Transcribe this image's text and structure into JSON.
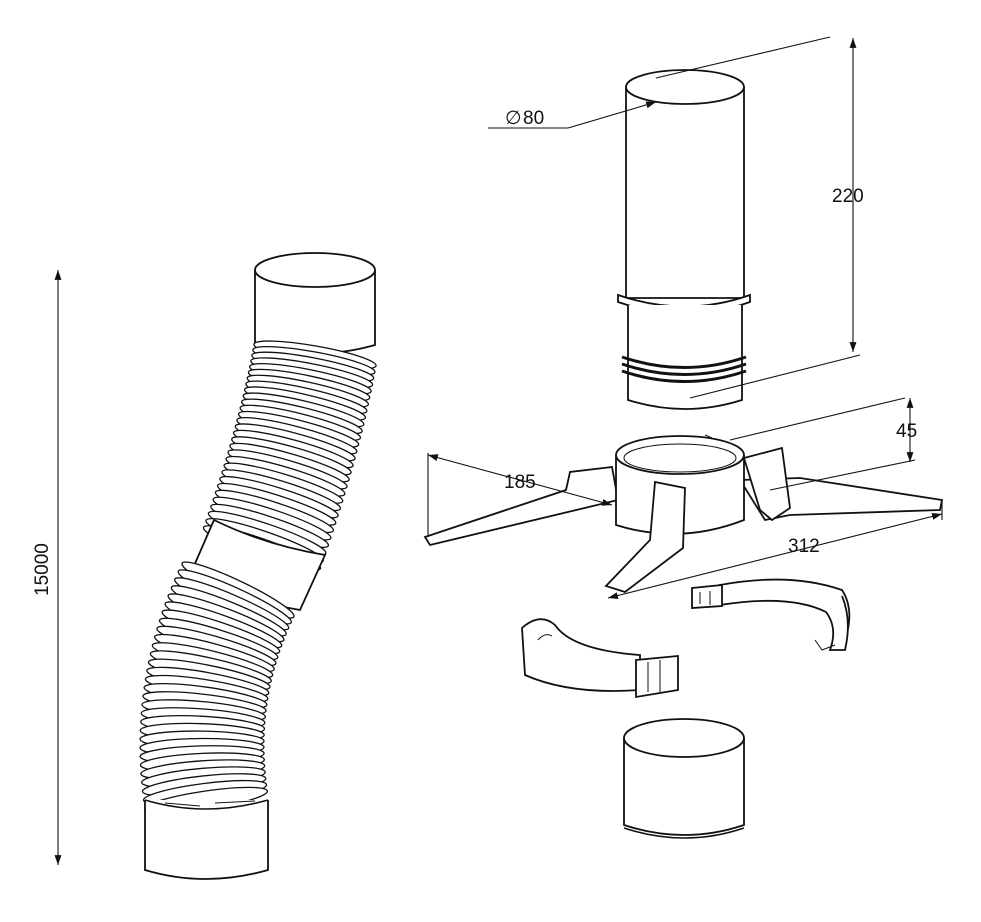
{
  "dimensions": {
    "length_total": "15000",
    "diameter": "80",
    "diameter_symbol": "∅",
    "pipe_height": "220",
    "bracket_height": "45",
    "bracket_radius": "185",
    "bracket_span": "312"
  },
  "parts": [
    {
      "name": "flexible-pipe"
    },
    {
      "name": "adapter-pipe"
    },
    {
      "name": "wall-bracket"
    },
    {
      "name": "clamp-half-right"
    },
    {
      "name": "clamp-half-left"
    },
    {
      "name": "end-cap"
    }
  ]
}
